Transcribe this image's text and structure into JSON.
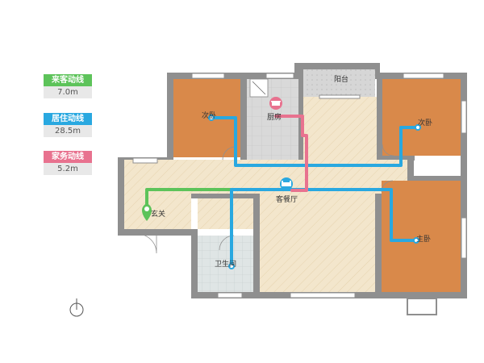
{
  "legend": [
    {
      "label": "来客动线",
      "value": "7.0m",
      "color": "#5dc35a"
    },
    {
      "label": "居住动线",
      "value": "28.5m",
      "color": "#29a8e0"
    },
    {
      "label": "家务动线",
      "value": "5.2m",
      "color": "#e8728f"
    }
  ],
  "rooms": {
    "balcony": "阳台",
    "kitchen": "厨房",
    "bedroom_nw": "次卧",
    "bedroom_ne": "次卧",
    "living": "客餐厅",
    "entrance": "玄关",
    "master": "主卧",
    "bathroom": "卫生间"
  },
  "colors": {
    "wall": "#8f8f8f",
    "bedroom": "#d9894a",
    "living_floor": "#f3e6cc",
    "kitchen_floor": "#d9d9d9",
    "bath_floor": "#dfe5e5",
    "guest_line": "#5dc35a",
    "living_line": "#29a8e0",
    "chore_line": "#e8728f"
  }
}
